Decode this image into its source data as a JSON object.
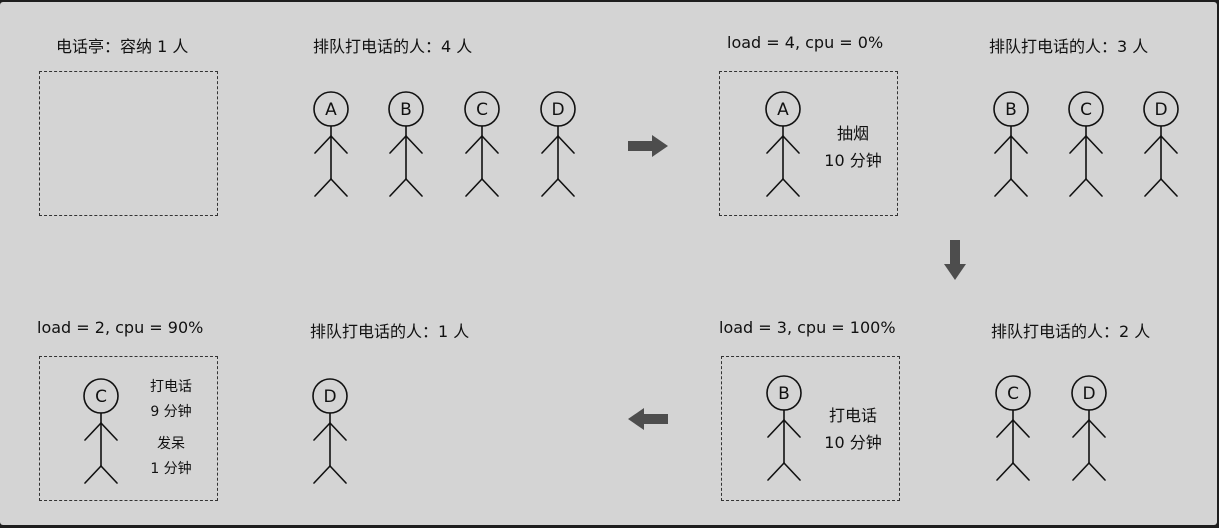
{
  "panel1": {
    "booth_title": "电话亭：容纳 1 人",
    "queue_title": "排队打电话的人：4 人",
    "queue": [
      "A",
      "B",
      "C",
      "D"
    ]
  },
  "panel2": {
    "status": "load = 4, cpu = 0%",
    "queue_title": "排队打电话的人：3 人",
    "in_booth": "A",
    "activity": [
      "抽烟",
      "10 分钟"
    ],
    "queue": [
      "B",
      "C",
      "D"
    ]
  },
  "panel3": {
    "status": "load = 3, cpu = 100%",
    "queue_title": "排队打电话的人：2 人",
    "in_booth": "B",
    "activity": [
      "打电话",
      "10 分钟"
    ],
    "queue": [
      "C",
      "D"
    ]
  },
  "panel4": {
    "status": "load = 2, cpu = 90%",
    "queue_title": "排队打电话的人：1 人",
    "in_booth": "C",
    "activity": [
      "打电话",
      "9 分钟"
    ],
    "activity2": [
      "发呆",
      "1 分钟"
    ],
    "queue": [
      "D"
    ]
  },
  "arrows": [
    "arrow-right",
    "arrow-down",
    "arrow-left"
  ]
}
